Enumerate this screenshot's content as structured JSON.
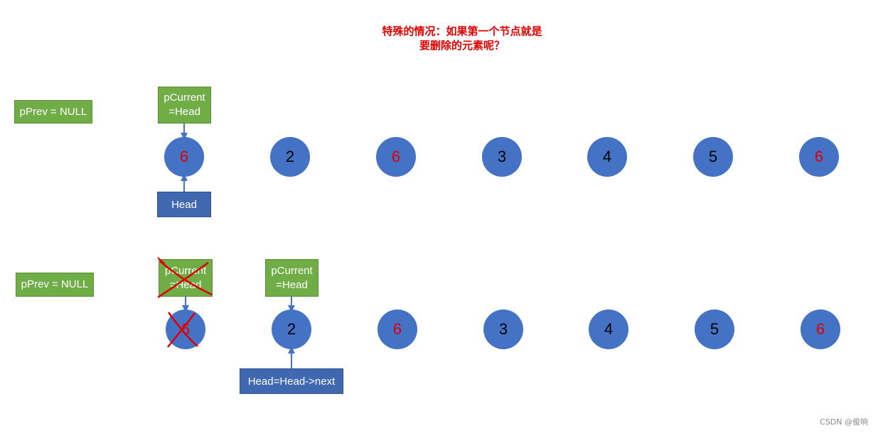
{
  "title": {
    "line1": "特殊的情况：如果第一个节点就是",
    "line2": "要删除的元素呢？"
  },
  "top_row": {
    "pprev_label": "pPrev = NULL",
    "pcurrent_line1": "pCurrent",
    "pcurrent_line2": "=Head",
    "head_label": "Head",
    "nodes": [
      "6",
      "2",
      "6",
      "3",
      "4",
      "5",
      "6"
    ]
  },
  "bottom_row": {
    "pprev_label": "pPrev = NULL",
    "old_pcurrent_line1": "pCurrent",
    "old_pcurrent_line2": "=Head",
    "new_pcurrent_line1": "pCurrent",
    "new_pcurrent_line2": "=Head",
    "head_label": "Head=Head->next",
    "nodes": [
      "6",
      "2",
      "6",
      "3",
      "4",
      "5",
      "6"
    ]
  },
  "watermark": "CSDN @俊响",
  "colors": {
    "title": "#e00000",
    "green_box": "#70ad47",
    "blue_box": "#4068b1",
    "node_fill": "#4472c4",
    "arrow": "#4472c4",
    "cross": "#e00000"
  }
}
